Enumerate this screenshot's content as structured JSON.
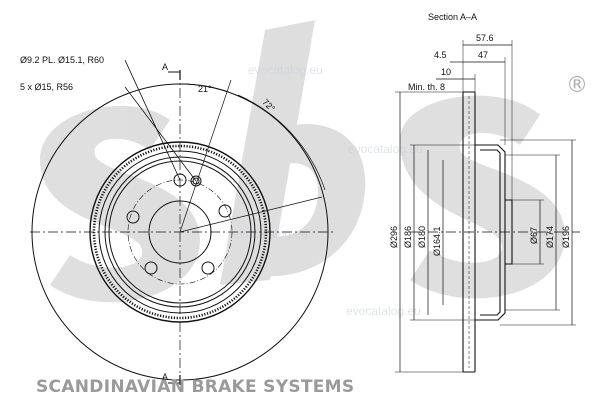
{
  "front_view": {
    "section_marker_top": "A",
    "section_marker_bottom": "A",
    "callout_holes": "Ø9.2 PL. Ø15.1, R60",
    "callout_bolts": "5 x Ø15, R56",
    "angle_small": "21°",
    "angle_large": "72°"
  },
  "section_view": {
    "title": "Section A–A",
    "dims": {
      "total_width": "57.6",
      "offset": "4.5",
      "depth": "47",
      "thickness": "10",
      "min_thickness": "Min. th. 8",
      "d296": "Ø296",
      "d186": "Ø186",
      "d180": "Ø180",
      "d164": "Ø164.1",
      "d67": "Ø67",
      "d174": "Ø174",
      "d196": "Ø196"
    }
  },
  "branding": {
    "logo_letters": "sbs",
    "registered": "®",
    "footer_text": "SCANDINAVIAN BRAKE SYSTEMS",
    "watermark": "evocatalog.eu"
  },
  "colors": {
    "line": "#111111",
    "logo_gray": "#b9b9b9",
    "footer_gray": "#9a9a9a"
  }
}
